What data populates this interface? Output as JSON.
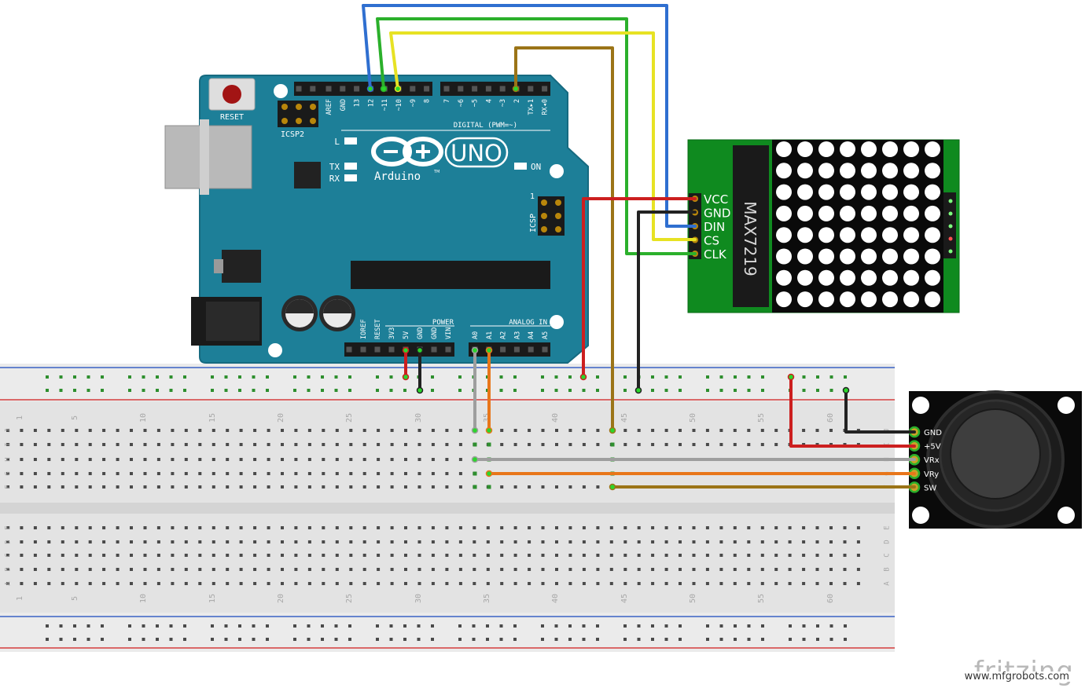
{
  "arduino": {
    "reset_label": "RESET",
    "icsp2_label": "ICSP2",
    "icsp_label": "ICSP",
    "icsp_pin1": "1",
    "logo_text": "Arduino",
    "tm": "TM",
    "uno_label": "UNO",
    "led_l": "L",
    "led_tx": "TX",
    "led_rx": "RX",
    "led_on": "ON",
    "digital_label": "DIGITAL (PWM=~)",
    "digital_pins": [
      "AREF",
      "GND",
      "13",
      "12",
      "~11",
      "~10",
      "~9",
      "8",
      "7",
      "~6",
      "~5",
      "4",
      "~3",
      "2",
      "TX▸1",
      "RX◂0"
    ],
    "power_label": "POWER",
    "power_pins": [
      "IOREF",
      "RESET",
      "3V3",
      "5V",
      "GND",
      "GND",
      "VIN"
    ],
    "analog_label": "ANALOG IN",
    "analog_pins": [
      "A0",
      "A1",
      "A2",
      "A3",
      "A4",
      "A5"
    ]
  },
  "matrix_module": {
    "chip_label": "MAX7219",
    "pins": [
      "VCC",
      "GND",
      "DIN",
      "CS",
      "CLK"
    ],
    "rows": 8,
    "cols": 8
  },
  "joystick": {
    "pins": [
      "GND",
      "+5V",
      "VRx",
      "VRy",
      "SW"
    ]
  },
  "breadboard": {
    "column_numbers": [
      "1",
      "5",
      "10",
      "15",
      "20",
      "25",
      "30",
      "35",
      "40",
      "45",
      "50",
      "55",
      "60"
    ],
    "row_letters_top": [
      "J",
      "I",
      "H",
      "G",
      "F"
    ],
    "row_letters_bottom": [
      "E",
      "D",
      "C",
      "B",
      "A"
    ]
  },
  "wires": {
    "colors": {
      "blue": "#2f6fd0",
      "green": "#2bb02b",
      "yellow": "#e7e223",
      "brown": "#9b7417",
      "red": "#cc1f1f",
      "black": "#222222",
      "gray": "#9e9e9e",
      "orange": "#e8761a"
    }
  },
  "footer": {
    "brand": "fritzing",
    "site": "www.mfgrobots.com"
  },
  "colors": {
    "board": "#1d7f98",
    "board_edge": "#166a80",
    "pcb_green": "#0f8a1f",
    "breadboard": "#e6e6e6",
    "rail_red": "#d43c3c",
    "rail_blue": "#3b63c4"
  }
}
